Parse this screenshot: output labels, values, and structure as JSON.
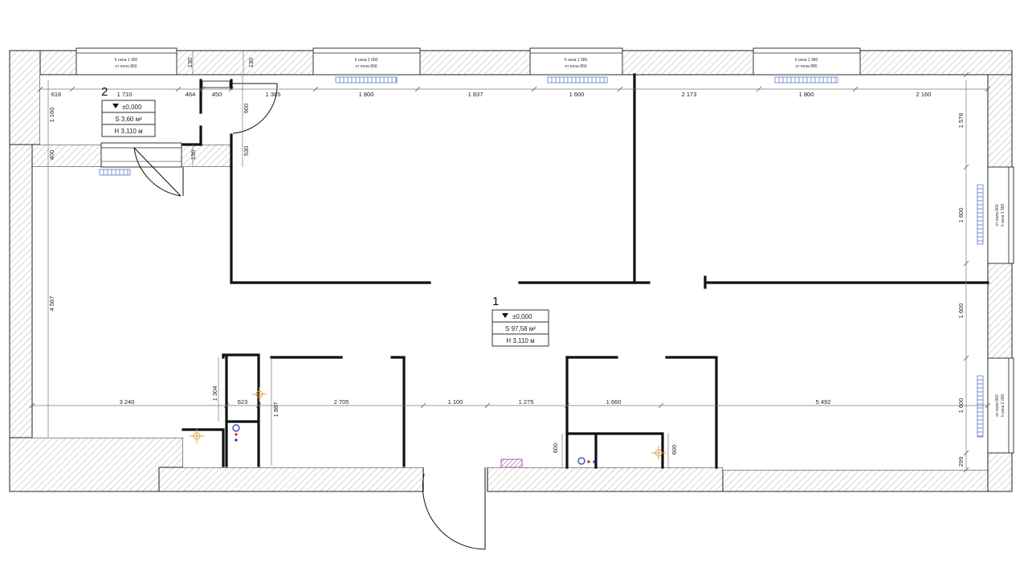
{
  "rooms": [
    {
      "number": "1",
      "level": "±0,000",
      "area": "S 97,58 м²",
      "height": "H 3,110 м"
    },
    {
      "number": "2",
      "level": "±0,000",
      "area": "S 3,60 м²",
      "height": "H 3,110 м"
    }
  ],
  "windows": {
    "w1": [
      "h окна 1 900",
      "от пола 860"
    ],
    "w2": [
      "h окна 2 000",
      "от пола 860"
    ],
    "w3": [
      "h окна 1 980",
      "от пола 860"
    ],
    "w4": [
      "h окна 1 980",
      "от пола 880"
    ],
    "w5": [
      "от пола 860",
      "h окна 1 990"
    ],
    "w6": [
      "от пола 860",
      "h окна 2 000"
    ]
  },
  "dimensions": {
    "top": [
      "616",
      "1 710",
      "464",
      "450",
      "1 385",
      "1 800",
      "1 837",
      "1 600",
      "2 173",
      "1 800",
      "2 160"
    ],
    "middle": [
      "3 240",
      "623",
      "2 705",
      "1 100",
      "1 275",
      "1 660",
      "5 492"
    ],
    "right": [
      "1 576",
      "1 600",
      "1 600",
      "1 600",
      "299"
    ],
    "left": [
      "1 160",
      "400",
      "4 567"
    ],
    "misc": [
      "130",
      "130",
      "900",
      "530",
      "130",
      "1 304",
      "1 887",
      "600",
      "600"
    ]
  },
  "colors": {
    "line": "#111111",
    "hatch": "#999999",
    "radiator": "#5a78c8",
    "fixture": "#e0a040",
    "pipe_red": "#cc2222",
    "pipe_blue": "#2233aa",
    "vent": "#9a3a8a"
  }
}
